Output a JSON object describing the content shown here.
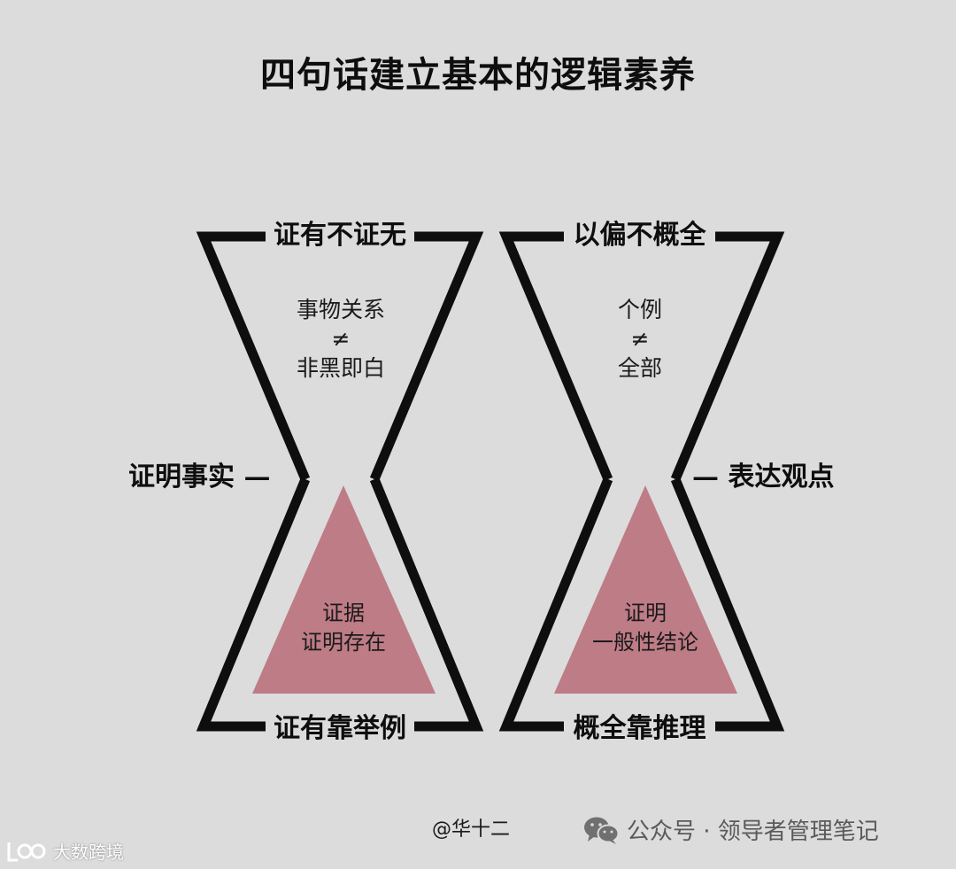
{
  "title": "四句话建立基本的逻辑素养",
  "colors": {
    "background": "#dcdcdc",
    "frame": "#0e0e0e",
    "triangle": "#be7c86"
  },
  "left": {
    "top_label": "证有不证无",
    "bottom_label": "证有靠举例",
    "side_label": "证明事实 —",
    "inner_lines": [
      "事物关系",
      "≠",
      "非黑即白"
    ],
    "triangle_lines": [
      "证据",
      "证明存在"
    ]
  },
  "right": {
    "top_label": "以偏不概全",
    "bottom_label": "概全靠推理",
    "side_label": "— 表达观点",
    "inner_lines": [
      "个例",
      "≠",
      "全部"
    ],
    "triangle_lines": [
      "证明",
      "一般性结论"
    ]
  },
  "footer": {
    "credit": "@华十二",
    "account_icon": "wechat-icon",
    "account": "公众号 · 领导者管理笔记"
  },
  "watermark": {
    "icon": "logo-icon",
    "text": "大数跨境"
  }
}
